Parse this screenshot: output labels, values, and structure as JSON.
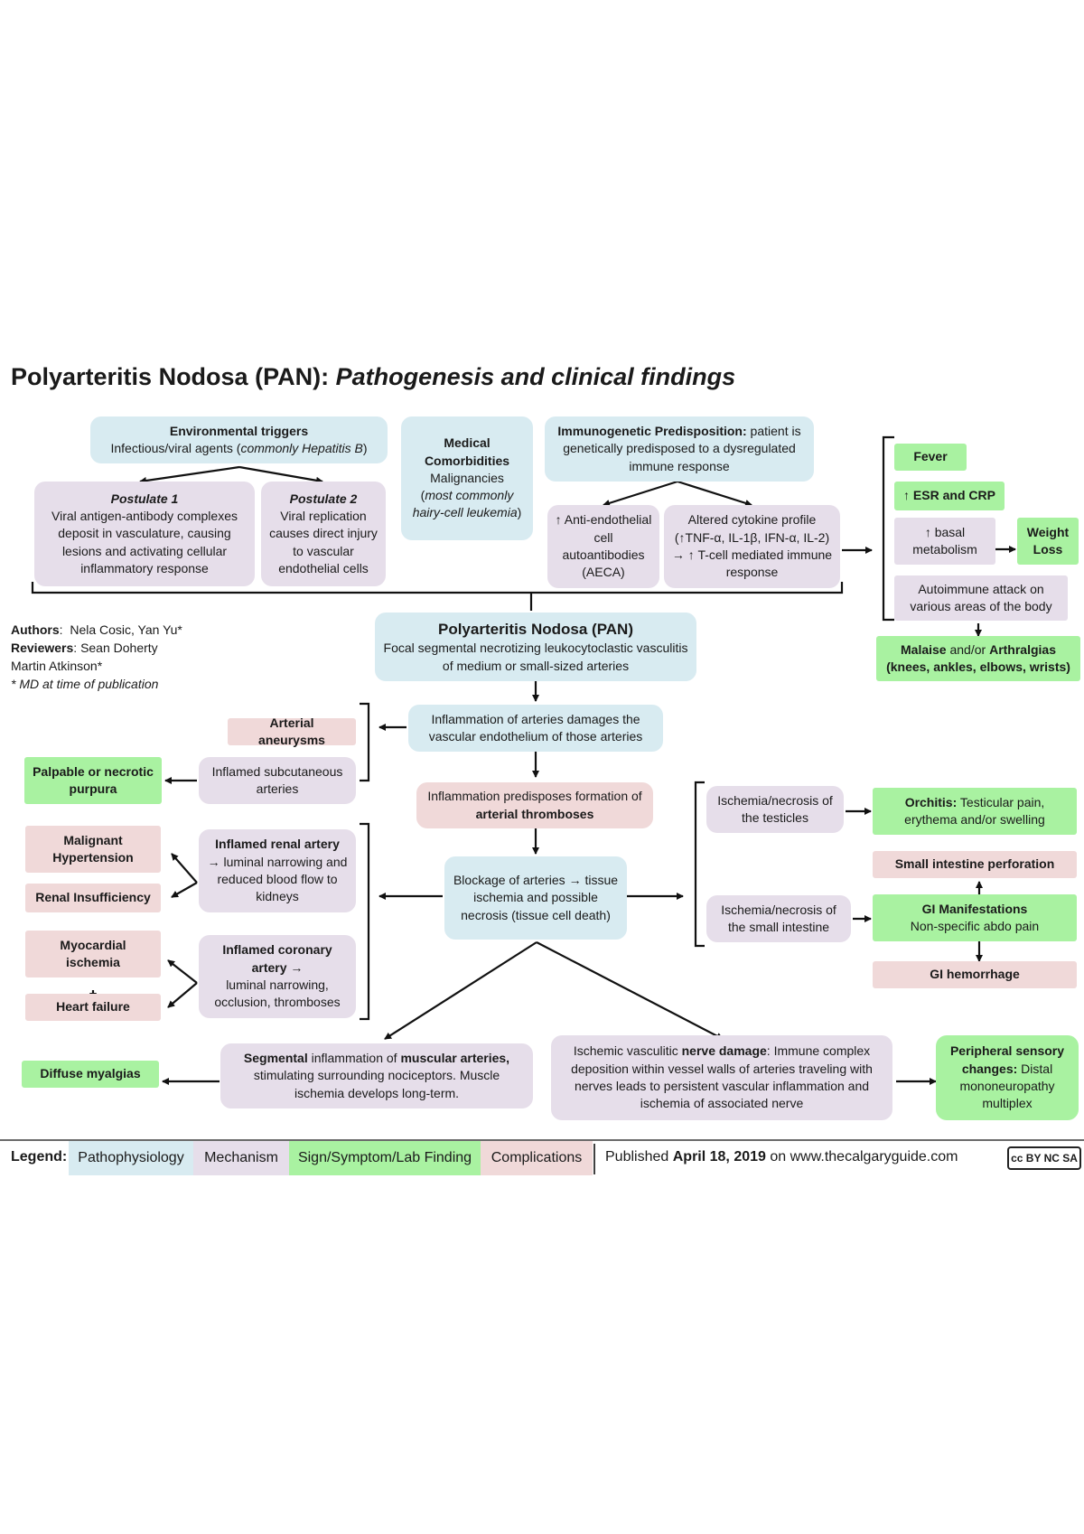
{
  "title": {
    "main": "Polyarteritis Nodosa (PAN):",
    "sub": "Pathogenesis and clinical findings"
  },
  "authors": {
    "authors_label": "Authors",
    "authors": "Nela Cosic, Yan Yu*",
    "reviewers_label": "Reviewers",
    "reviewers1": "Sean Doherty",
    "reviewers2": "Martin Atkinson*",
    "note": "* MD at time of publication"
  },
  "nodes": {
    "env_title": "Environmental triggers",
    "env_pre": "Infectious/viral agents (",
    "env_it": "commonly Hepatitis B",
    "env_post": ")",
    "post1_title": "Postulate 1",
    "post1_body": "Viral antigen-antibody complexes deposit in vasculature, causing lesions and activating cellular inflammatory response",
    "post2_title": "Postulate 2",
    "post2_body": "Viral replication causes direct injury to vascular endothelial cells",
    "med_title": "Medical Comorbidities",
    "med_body": "Malignancies",
    "med_it": "most commonly hairy-cell leukemia",
    "immuno_title": "Immunogenetic Predisposition:",
    "immuno_body": "patient is genetically predisposed to a dysregulated immune response",
    "aeca": "↑ Anti-endothelial cell autoantibodies (AECA)",
    "cytokine": "Altered cytokine profile (↑TNF-α, IL-1β, IFN-α, IL-2) → ↑ T-cell mediated immune response",
    "pan_title": "Polyarteritis Nodosa (PAN)",
    "pan_body": "Focal segmental necrotizing leukocytoclastic vasculitis of medium or small-sized arteries",
    "inflam_endo": "Inflammation of arteries damages the vascular endothelium of those arteries",
    "thromb_pre": "Inflammation predisposes formation of",
    "thromb_b": "arterial thromboses",
    "blockage": "Blockage of arteries → tissue ischemia and possible necrosis (tissue cell death)",
    "aneurysm": "Arterial aneurysms",
    "subcut": "Inflamed subcutaneous arteries",
    "purpura": "Palpable or necrotic purpura",
    "renal_b": "Inflamed renal artery",
    "renal_body": "→ luminal narrowing and reduced blood flow to kidneys",
    "malig": "Malignant Hypertension",
    "renal_insuf": "Renal Insufficiency",
    "coronary_b": "Inflamed coronary artery →",
    "coronary_body": "luminal narrowing, occlusion, thromboses",
    "myocard": "Myocardial ischemia",
    "heart_fail": "Heart failure",
    "myalgia": "Diffuse myalgias",
    "segmental_b1": "Segmental",
    "segmental_t1": "inflammation of",
    "segmental_b2": "muscular arteries,",
    "segmental_t2": "stimulating surrounding nociceptors. Muscle ischemia develops long-term.",
    "nerve_t1": "Ischemic vasculitic",
    "nerve_b": "nerve damage",
    "nerve_t2": ": Immune complex deposition within vessel walls of arteries traveling with nerves leads to persistent vascular inflammation and ischemia of associated nerve",
    "periph_b": "Peripheral sensory changes:",
    "periph_t": "Distal mononeuropathy multiplex",
    "testes": "Ischemia/necrosis of the testicles",
    "small_int": "Ischemia/necrosis of the small intestine",
    "orchitis_b": "Orchitis:",
    "orchitis_t": "Testicular pain, erythema and/or swelling",
    "si_perf": "Small intestine perforation",
    "gi_b": "GI Manifestations",
    "gi_t": "Non-specific abdo pain",
    "gi_hem": "GI hemorrhage",
    "fever": "Fever",
    "esr": "↑ ESR and CRP",
    "basal": "↑ basal metabolism",
    "weight": "Weight Loss",
    "autoimm": "Autoimmune attack on various areas of the body",
    "malaise_b1": "Malaise",
    "malaise_t": "and/or",
    "malaise_b2": "Arthralgias (knees, ankles, elbows, wrists)"
  },
  "legend": {
    "label": "Legend:",
    "items": [
      "Pathophysiology",
      "Mechanism",
      "Sign/Symptom/Lab Finding",
      "Complications"
    ],
    "colors": [
      "#d8ebf1",
      "#e6deea",
      "#a9f2a1",
      "#f0d9d9"
    ],
    "pub_pre": "Published",
    "pub_date": "April 18, 2019",
    "pub_post": "on www.thecalgaryguide.com",
    "license": "cc BY NC SA"
  }
}
